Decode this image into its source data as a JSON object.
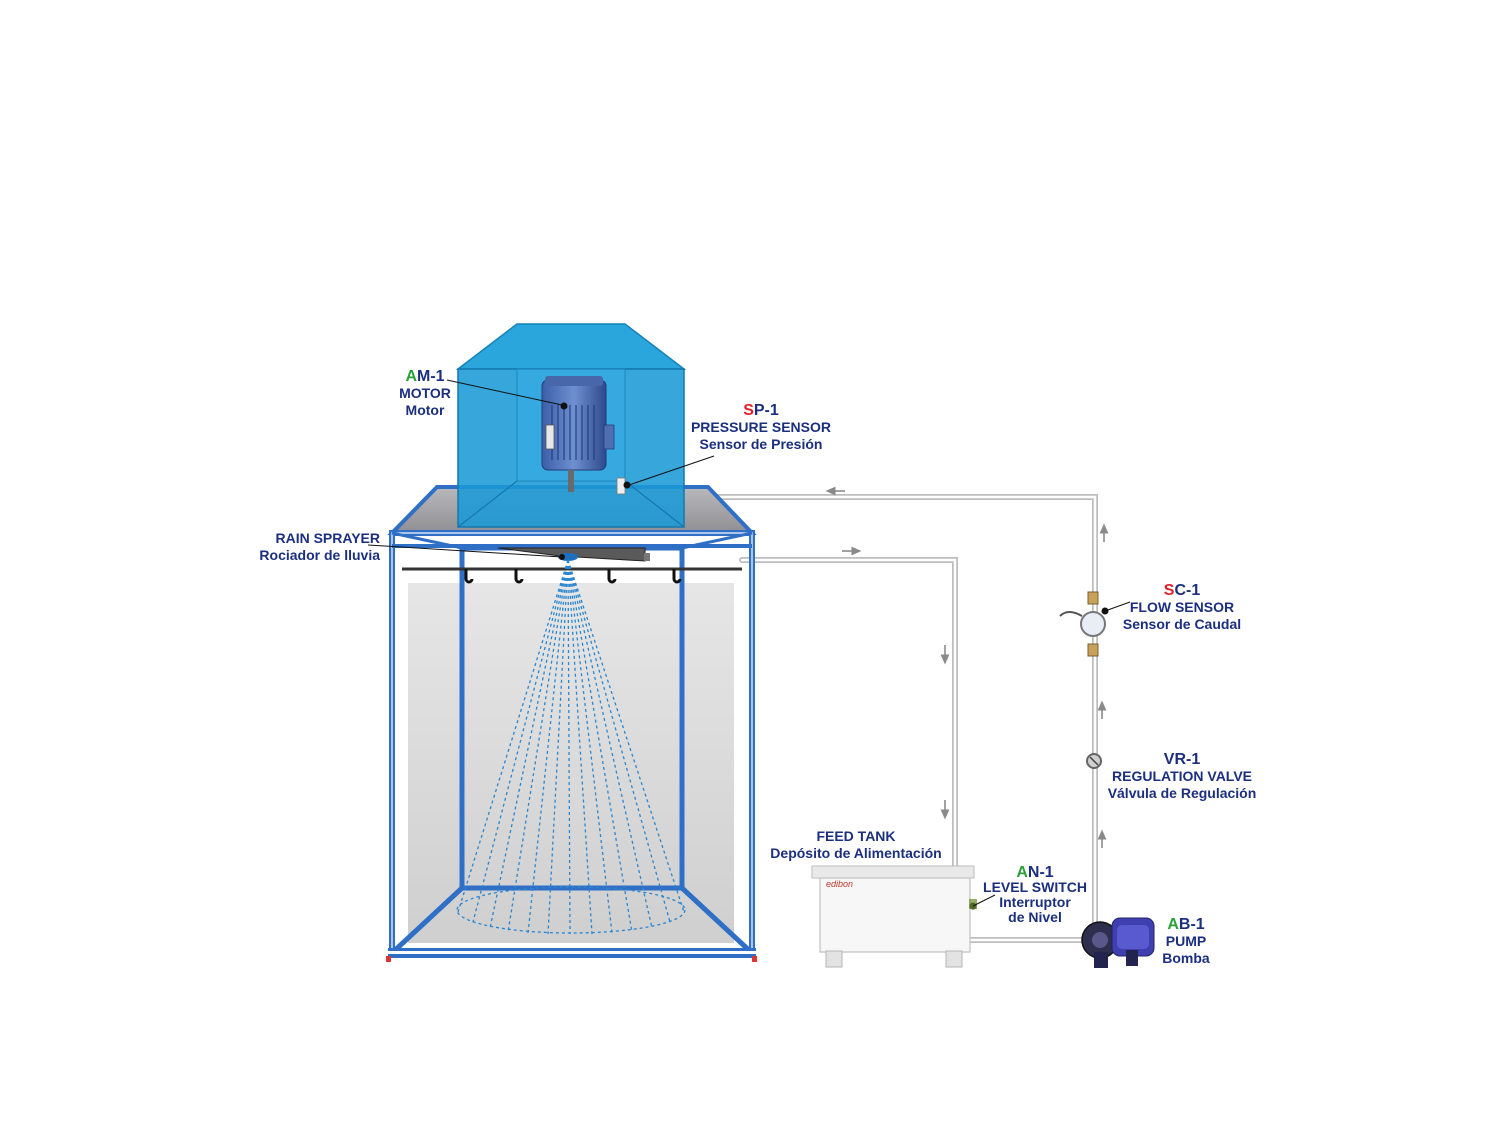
{
  "labels": {
    "motor": {
      "prefix": "A",
      "code": "M-1",
      "name_en": "MOTOR",
      "name_es": "Motor"
    },
    "pressure": {
      "prefix": "S",
      "code": "P-1",
      "name_en": "PRESSURE SENSOR",
      "name_es": "Sensor de Presión"
    },
    "sprayer": {
      "name_en": "RAIN SPRAYER",
      "name_es": "Rociador de lluvia"
    },
    "flow": {
      "prefix": "S",
      "code": "C-1",
      "name_en": "FLOW SENSOR",
      "name_es": "Sensor de Caudal"
    },
    "valve": {
      "code": "VR-1",
      "name_en": "REGULATION VALVE",
      "name_es": "Válvula de Regulación"
    },
    "tank": {
      "name_en": "FEED TANK",
      "name_es": "Depósito de Alimentación",
      "logo": "edibon"
    },
    "level": {
      "prefix": "A",
      "code": "N-1",
      "name_en": "LEVEL SWITCH",
      "name_es_1": "Interruptor",
      "name_es_2": "de Nivel"
    },
    "pump": {
      "prefix": "A",
      "code": "B-1",
      "name_en": "PUMP",
      "name_es": "Bomba"
    }
  },
  "colors": {
    "label_blue": "#1b2f7e",
    "prefix_green": "#2aa138",
    "prefix_red": "#e0202a",
    "enclosure_blue": "#1a9ad6",
    "frame_blue": "#2f6fc6",
    "pipe_gray": "#c9c9c9"
  }
}
